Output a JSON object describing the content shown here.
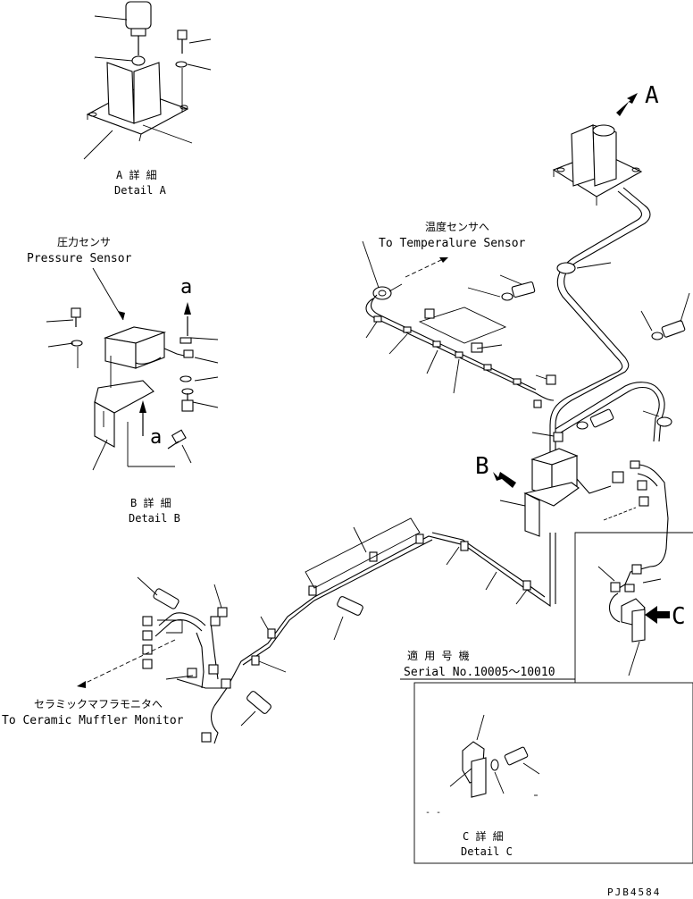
{
  "labels": {
    "view_a_letter": "A",
    "view_b_letter": "B",
    "view_c_letter": "C",
    "detail_a_jp": "A 詳 細",
    "detail_a_en": "Detail A",
    "detail_b_jp": "B 詳 細",
    "detail_b_en": "Detail B",
    "detail_c_jp": "C 詳 細",
    "detail_c_en": "Detail C",
    "pressure_jp": "圧力センサ",
    "pressure_en": "Pressure Sensor",
    "temp_jp": "温度センサへ",
    "temp_en": "To Temperalure Sensor",
    "muffler_jp": "セラミックマフラモニタへ",
    "muffler_en": "To Ceramic Muffler Monitor",
    "serial_jp": "適 用 号 機",
    "serial_en": "Serial No.10005～10010",
    "section_a_top": "a",
    "section_a_bottom": "a",
    "doc_code": "PJB4584",
    "c_detail_dash": "-   -"
  },
  "icons": {
    "view_arrow": "solid-arrow-icon",
    "flow_arrow": "dashed-arrow-icon"
  }
}
